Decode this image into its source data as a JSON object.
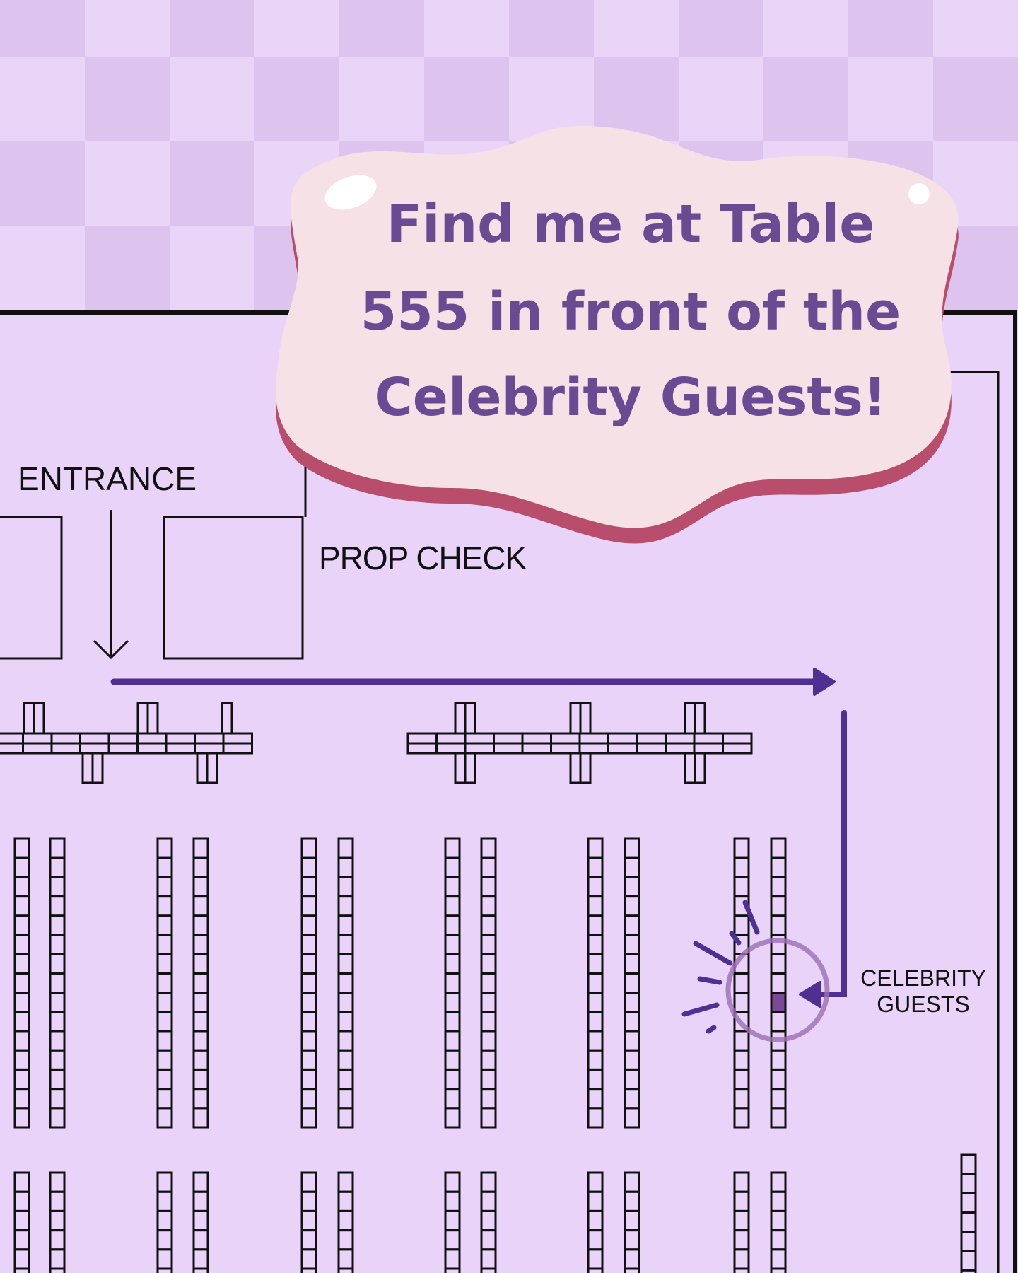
{
  "colors": {
    "checker_light": "#ead5f8",
    "checker_dark": "#dcc4ee",
    "floor": "#e9d3f9",
    "route": "#4f2f91",
    "highlight": "#7a4a96",
    "cloud_fill": "#f5e1e6",
    "cloud_shadow": "#b84e6b",
    "cloud_text": "#6b4a94"
  },
  "callout": {
    "lines": [
      "Find me at Table",
      "555 in front of the",
      "Celebrity Guests!"
    ]
  },
  "map": {
    "entrance_label": "ENTRANCE",
    "prop_check_label": "PROP CHECK",
    "celebrity_label_line1": "CELEBRITY",
    "celebrity_label_line2": "GUESTS"
  }
}
